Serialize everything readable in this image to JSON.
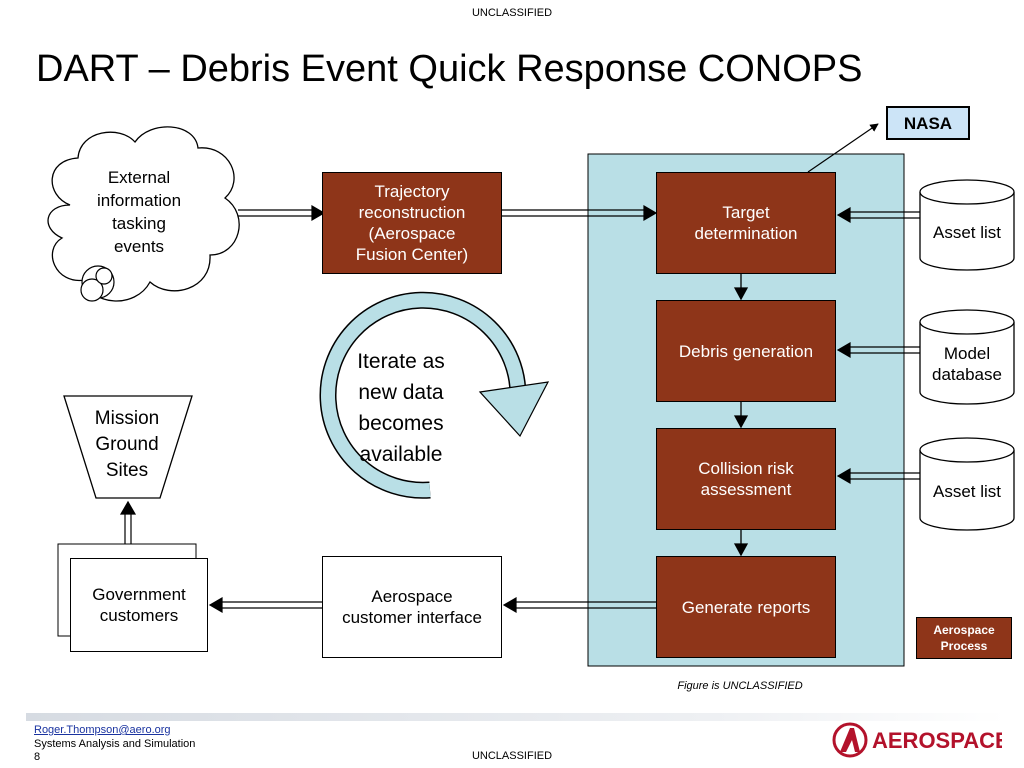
{
  "header": {
    "classification": "UNCLASSIFIED"
  },
  "title": "DART – Debris Event Quick Response CONOPS",
  "nodes": {
    "external_events": "External\ninformation\ntasking\nevents",
    "trajectory": "Trajectory\nreconstruction\n(Aerospace\nFusion Center)",
    "target": "Target\ndetermination",
    "debris": "Debris generation",
    "collision": "Collision risk\nassessment",
    "reports": "Generate reports",
    "customer_interface": "Aerospace\ncustomer interface",
    "government": "Government\ncustomers",
    "mission": "Mission\nGround\nSites",
    "nasa": "NASA",
    "asset_list_1": "Asset list",
    "model_db": "Model\ndatabase",
    "asset_list_2": "Asset list",
    "iterate": "Iterate as\nnew data\nbecomes\navailable"
  },
  "legend": {
    "label": "Aerospace\nProcess"
  },
  "figure_note": "Figure is UNCLASSIFIED",
  "footer": {
    "email": "Roger.Thompson@aero.org",
    "group": "Systems Analysis and Simulation",
    "page": "8",
    "classification": "UNCLASSIFIED",
    "logo_text": "AEROSPACE"
  },
  "colors": {
    "process": "#8e3519",
    "panel": "#b9dfe6",
    "nasa": "#cce4f7",
    "logo": "#b3122b"
  }
}
